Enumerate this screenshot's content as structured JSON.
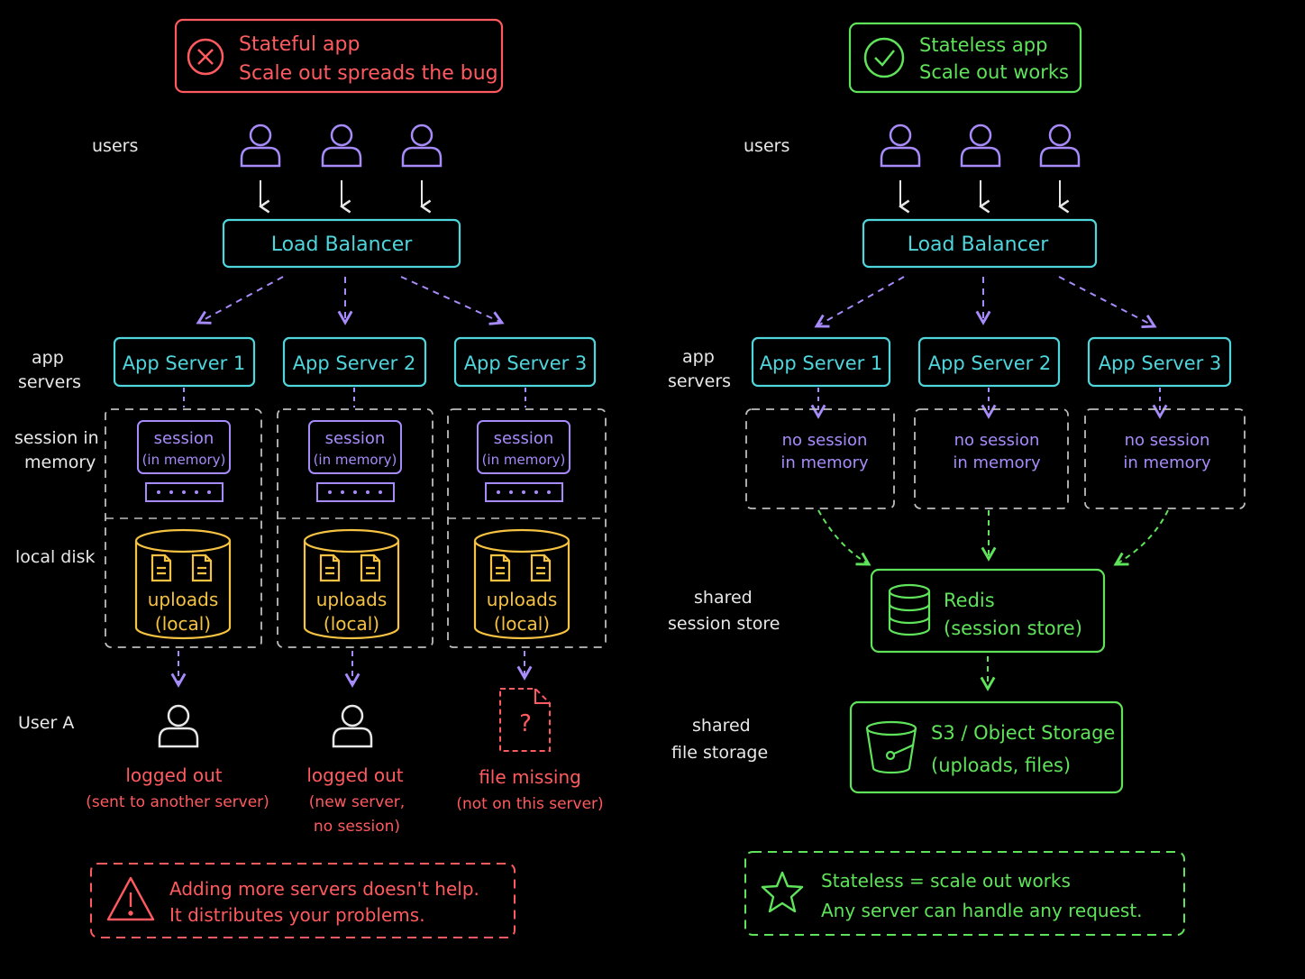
{
  "colors": {
    "background": "#000000",
    "cyan": "#4fd6dd",
    "purple": "#a78bfa",
    "yellow": "#f5c242",
    "red": "#ff5a5f",
    "green": "#5fe35a",
    "white": "#e8e8e8",
    "dashed_gray": "#bdbdbd"
  },
  "left": {
    "header": {
      "icon": "x-circle-icon",
      "line1": "Stateful app",
      "line2": "Scale out spreads the bug"
    },
    "row_labels": {
      "users": "users",
      "app_servers_1": "app",
      "app_servers_2": "servers",
      "session_1": "session in",
      "session_2": "memory",
      "local_disk": "local disk",
      "user_a": "User A"
    },
    "load_balancer": "Load Balancer",
    "servers": [
      {
        "label": "App Server 1",
        "session": "session",
        "session_sub": "(in memory)",
        "disk_1": "uploads",
        "disk_2": "(local)",
        "outcome_icon": "user-icon",
        "outcome_1": "logged out",
        "outcome_2": "(sent to another server)",
        "outcome_3": ""
      },
      {
        "label": "App Server 2",
        "session": "session",
        "session_sub": "(in memory)",
        "disk_1": "uploads",
        "disk_2": "(local)",
        "outcome_icon": "user-icon",
        "outcome_1": "logged out",
        "outcome_2": "(new server,",
        "outcome_3": "no session)"
      },
      {
        "label": "App Server 3",
        "session": "session",
        "session_sub": "(in memory)",
        "disk_1": "uploads",
        "disk_2": "(local)",
        "outcome_icon": "missing-file-icon",
        "outcome_1": "file missing",
        "outcome_2": "(not on this server)",
        "outcome_3": ""
      }
    ],
    "warning": {
      "icon": "warning-icon",
      "line1": "Adding more servers doesn't help.",
      "line2": "It distributes your problems."
    }
  },
  "right": {
    "header": {
      "icon": "check-circle-icon",
      "line1": "Stateless app",
      "line2": "Scale out works"
    },
    "row_labels": {
      "users": "users",
      "app_servers_1": "app",
      "app_servers_2": "servers",
      "shared_session_1": "shared",
      "shared_session_2": "session store",
      "shared_file_1": "shared",
      "shared_file_2": "file storage"
    },
    "load_balancer": "Load Balancer",
    "servers": [
      {
        "label": "App Server 1",
        "note_1": "no session",
        "note_2": "in memory"
      },
      {
        "label": "App Server 2",
        "note_1": "no session",
        "note_2": "in memory"
      },
      {
        "label": "App Server 3",
        "note_1": "no session",
        "note_2": "in memory"
      }
    ],
    "redis": {
      "icon": "database-icon",
      "line1": "Redis",
      "line2": "(session store)"
    },
    "s3": {
      "icon": "bucket-icon",
      "line1": "S3 / Object Storage",
      "line2": "(uploads, files)"
    },
    "summary": {
      "icon": "star-icon",
      "line1": "Stateless = scale out works",
      "line2": "Any server can handle any request."
    }
  }
}
